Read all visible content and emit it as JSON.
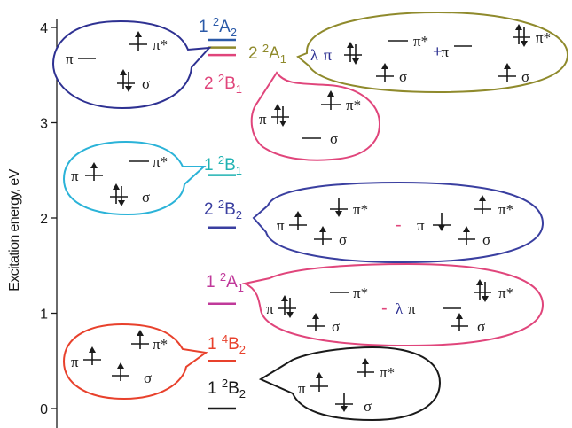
{
  "axis": {
    "ylabel": "Excitation energy, eV",
    "ticks": [
      "0",
      "1",
      "2",
      "3",
      "4"
    ],
    "tick_values": [
      0,
      1,
      2,
      3,
      4
    ]
  },
  "colors": {
    "black": "#1a1a1a",
    "navy": "#2e3192",
    "blue": "#2b5aa8",
    "olive": "#8f8a2c",
    "pink": "#e0457b",
    "cyan": "#2bb3d8",
    "teal": "#22b3b3",
    "indigo": "#3a3fa0",
    "magenta": "#c0399a",
    "red": "#e8412c"
  },
  "states": [
    {
      "id": "1-2a2",
      "num": "1 ",
      "sup": "2",
      "sym": "A",
      "sub": "2",
      "energy": 3.87,
      "color": "blue"
    },
    {
      "id": "2-2a1",
      "num": "2 ",
      "sup": "2",
      "sym": "A",
      "sub": "1",
      "energy": 3.79,
      "color": "olive"
    },
    {
      "id": "2-2b1",
      "num": "2 ",
      "sup": "2",
      "sym": "B",
      "sub": "1",
      "energy": 3.71,
      "color": "pink"
    },
    {
      "id": "1-2b1",
      "num": "1 ",
      "sup": "2",
      "sym": "B",
      "sub": "1",
      "energy": 2.45,
      "color": "teal"
    },
    {
      "id": "2-2b2",
      "num": "2 ",
      "sup": "2",
      "sym": "B",
      "sub": "2",
      "energy": 1.9,
      "color": "indigo"
    },
    {
      "id": "1-2a1",
      "num": "1 ",
      "sup": "2",
      "sym": "A",
      "sub": "1",
      "energy": 1.1,
      "color": "magenta"
    },
    {
      "id": "1-4b2",
      "num": "1 ",
      "sup": "4",
      "sym": "B",
      "sub": "2",
      "energy": 0.5,
      "color": "red"
    },
    {
      "id": "1-2b2",
      "num": "1 ",
      "sup": "2",
      "sym": "B",
      "sub": "2",
      "energy": 0.0,
      "color": "black"
    }
  ],
  "orbitals": {
    "pi": "π",
    "pi_star": "π*",
    "sigma": "σ",
    "lambda": "λ",
    "plus": "+",
    "minus": "-"
  }
}
